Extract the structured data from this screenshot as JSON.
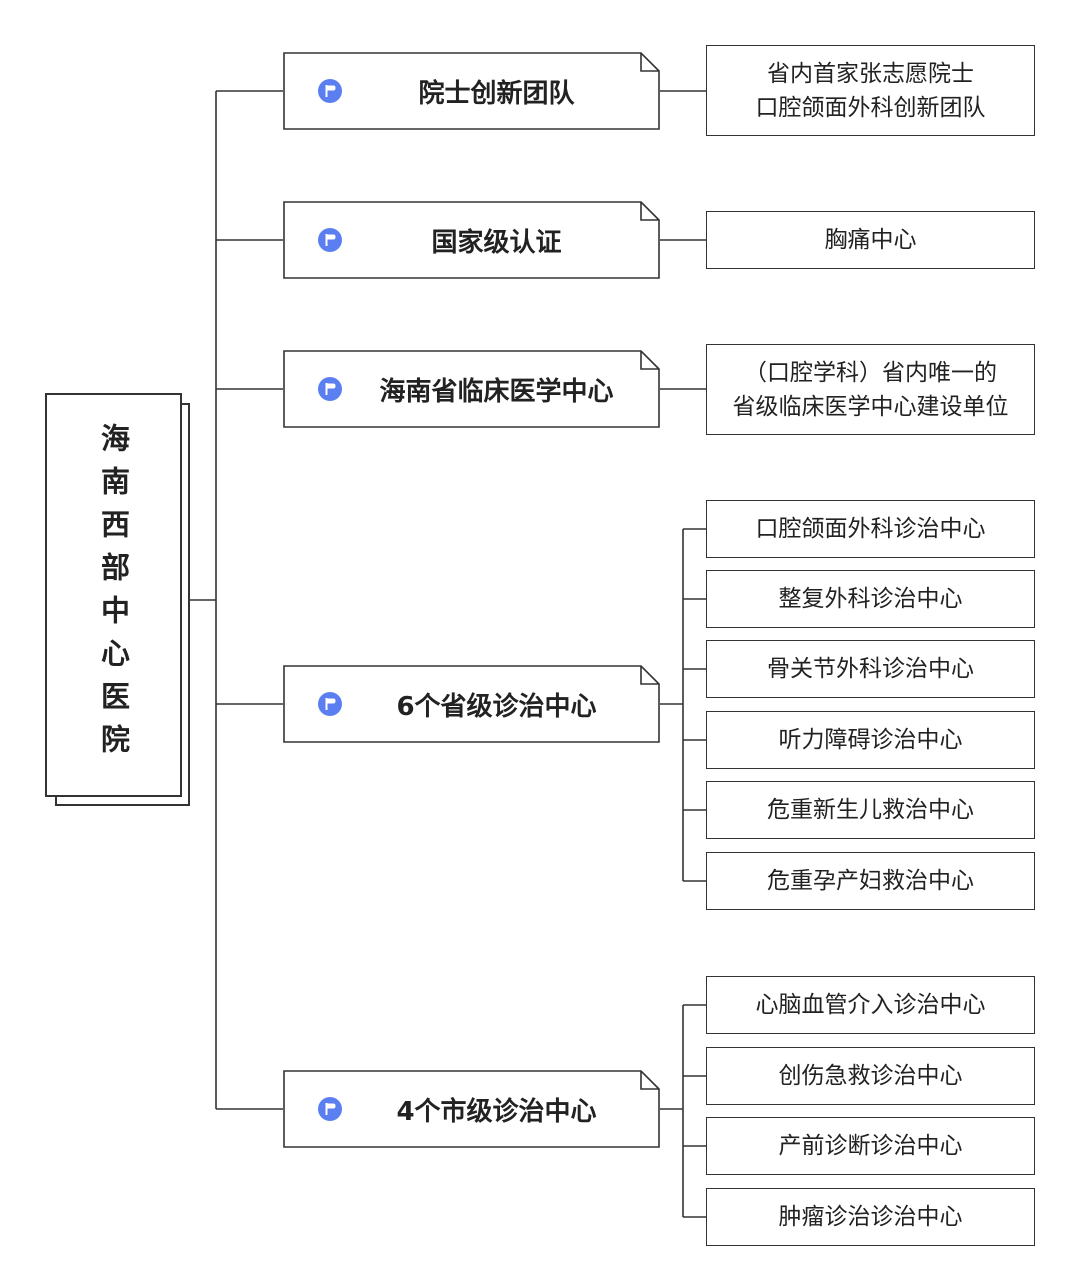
{
  "root": {
    "title": "海南西部中心医院"
  },
  "categories": [
    {
      "label": "院士创新团队",
      "items": [
        {
          "lines": [
            "省内首家张志愿院士",
            "口腔颌面外科创新团队"
          ]
        }
      ]
    },
    {
      "label": "国家级认证",
      "items": [
        {
          "lines": [
            "胸痛中心"
          ]
        }
      ]
    },
    {
      "label": "海南省临床医学中心",
      "items": [
        {
          "lines": [
            "（口腔学科）省内唯一的",
            "省级临床医学中心建设单位"
          ]
        }
      ]
    },
    {
      "label": "6个省级诊治中心",
      "items": [
        {
          "lines": [
            "口腔颌面外科诊治中心"
          ]
        },
        {
          "lines": [
            "整复外科诊治中心"
          ]
        },
        {
          "lines": [
            "骨关节外科诊治中心"
          ]
        },
        {
          "lines": [
            "听力障碍诊治中心"
          ]
        },
        {
          "lines": [
            "危重新生儿救治中心"
          ]
        },
        {
          "lines": [
            "危重孕产妇救治中心"
          ]
        }
      ]
    },
    {
      "label": "4个市级诊治中心",
      "items": [
        {
          "lines": [
            "心脑血管介入诊治中心"
          ]
        },
        {
          "lines": [
            "创伤急救诊治中心"
          ]
        },
        {
          "lines": [
            "产前诊断诊治中心"
          ]
        },
        {
          "lines": [
            "肿瘤诊治诊治中心"
          ]
        }
      ]
    }
  ],
  "colors": {
    "line": "#333333",
    "icon": "#5b7ff0",
    "text": "#222222"
  },
  "icon": "flag-icon"
}
